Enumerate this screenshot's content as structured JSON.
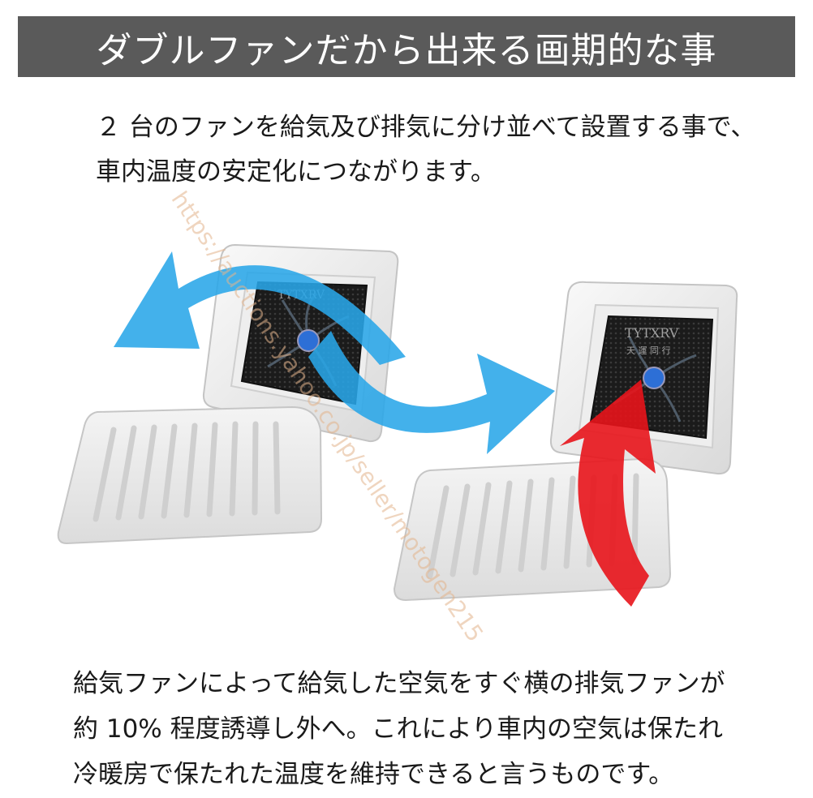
{
  "title": "ダブルファンだから出来る画期的な事",
  "intro": {
    "line1": "２ 台のファンを給気及び排気に分け並べて設置する事で、",
    "line2": "車内温度の安定化につながります。"
  },
  "illustration": {
    "fan_brand": "TYTXRV",
    "fan_brand_sub": "天 運 同 行",
    "left_arrow_color": "#29a6e8",
    "right_arrow_color": "#e8141b"
  },
  "watermark": "https://auctions.yahoo.co.jp/seller/motogen215",
  "body": {
    "line1": "給気ファンによって給気した空気をすぐ横の排気ファンが",
    "line2": "約 10% 程度誘導し外へ。これにより車内の空気は保たれ",
    "line3": "冷暖房で保たれた温度を維持できると言うものです。"
  }
}
